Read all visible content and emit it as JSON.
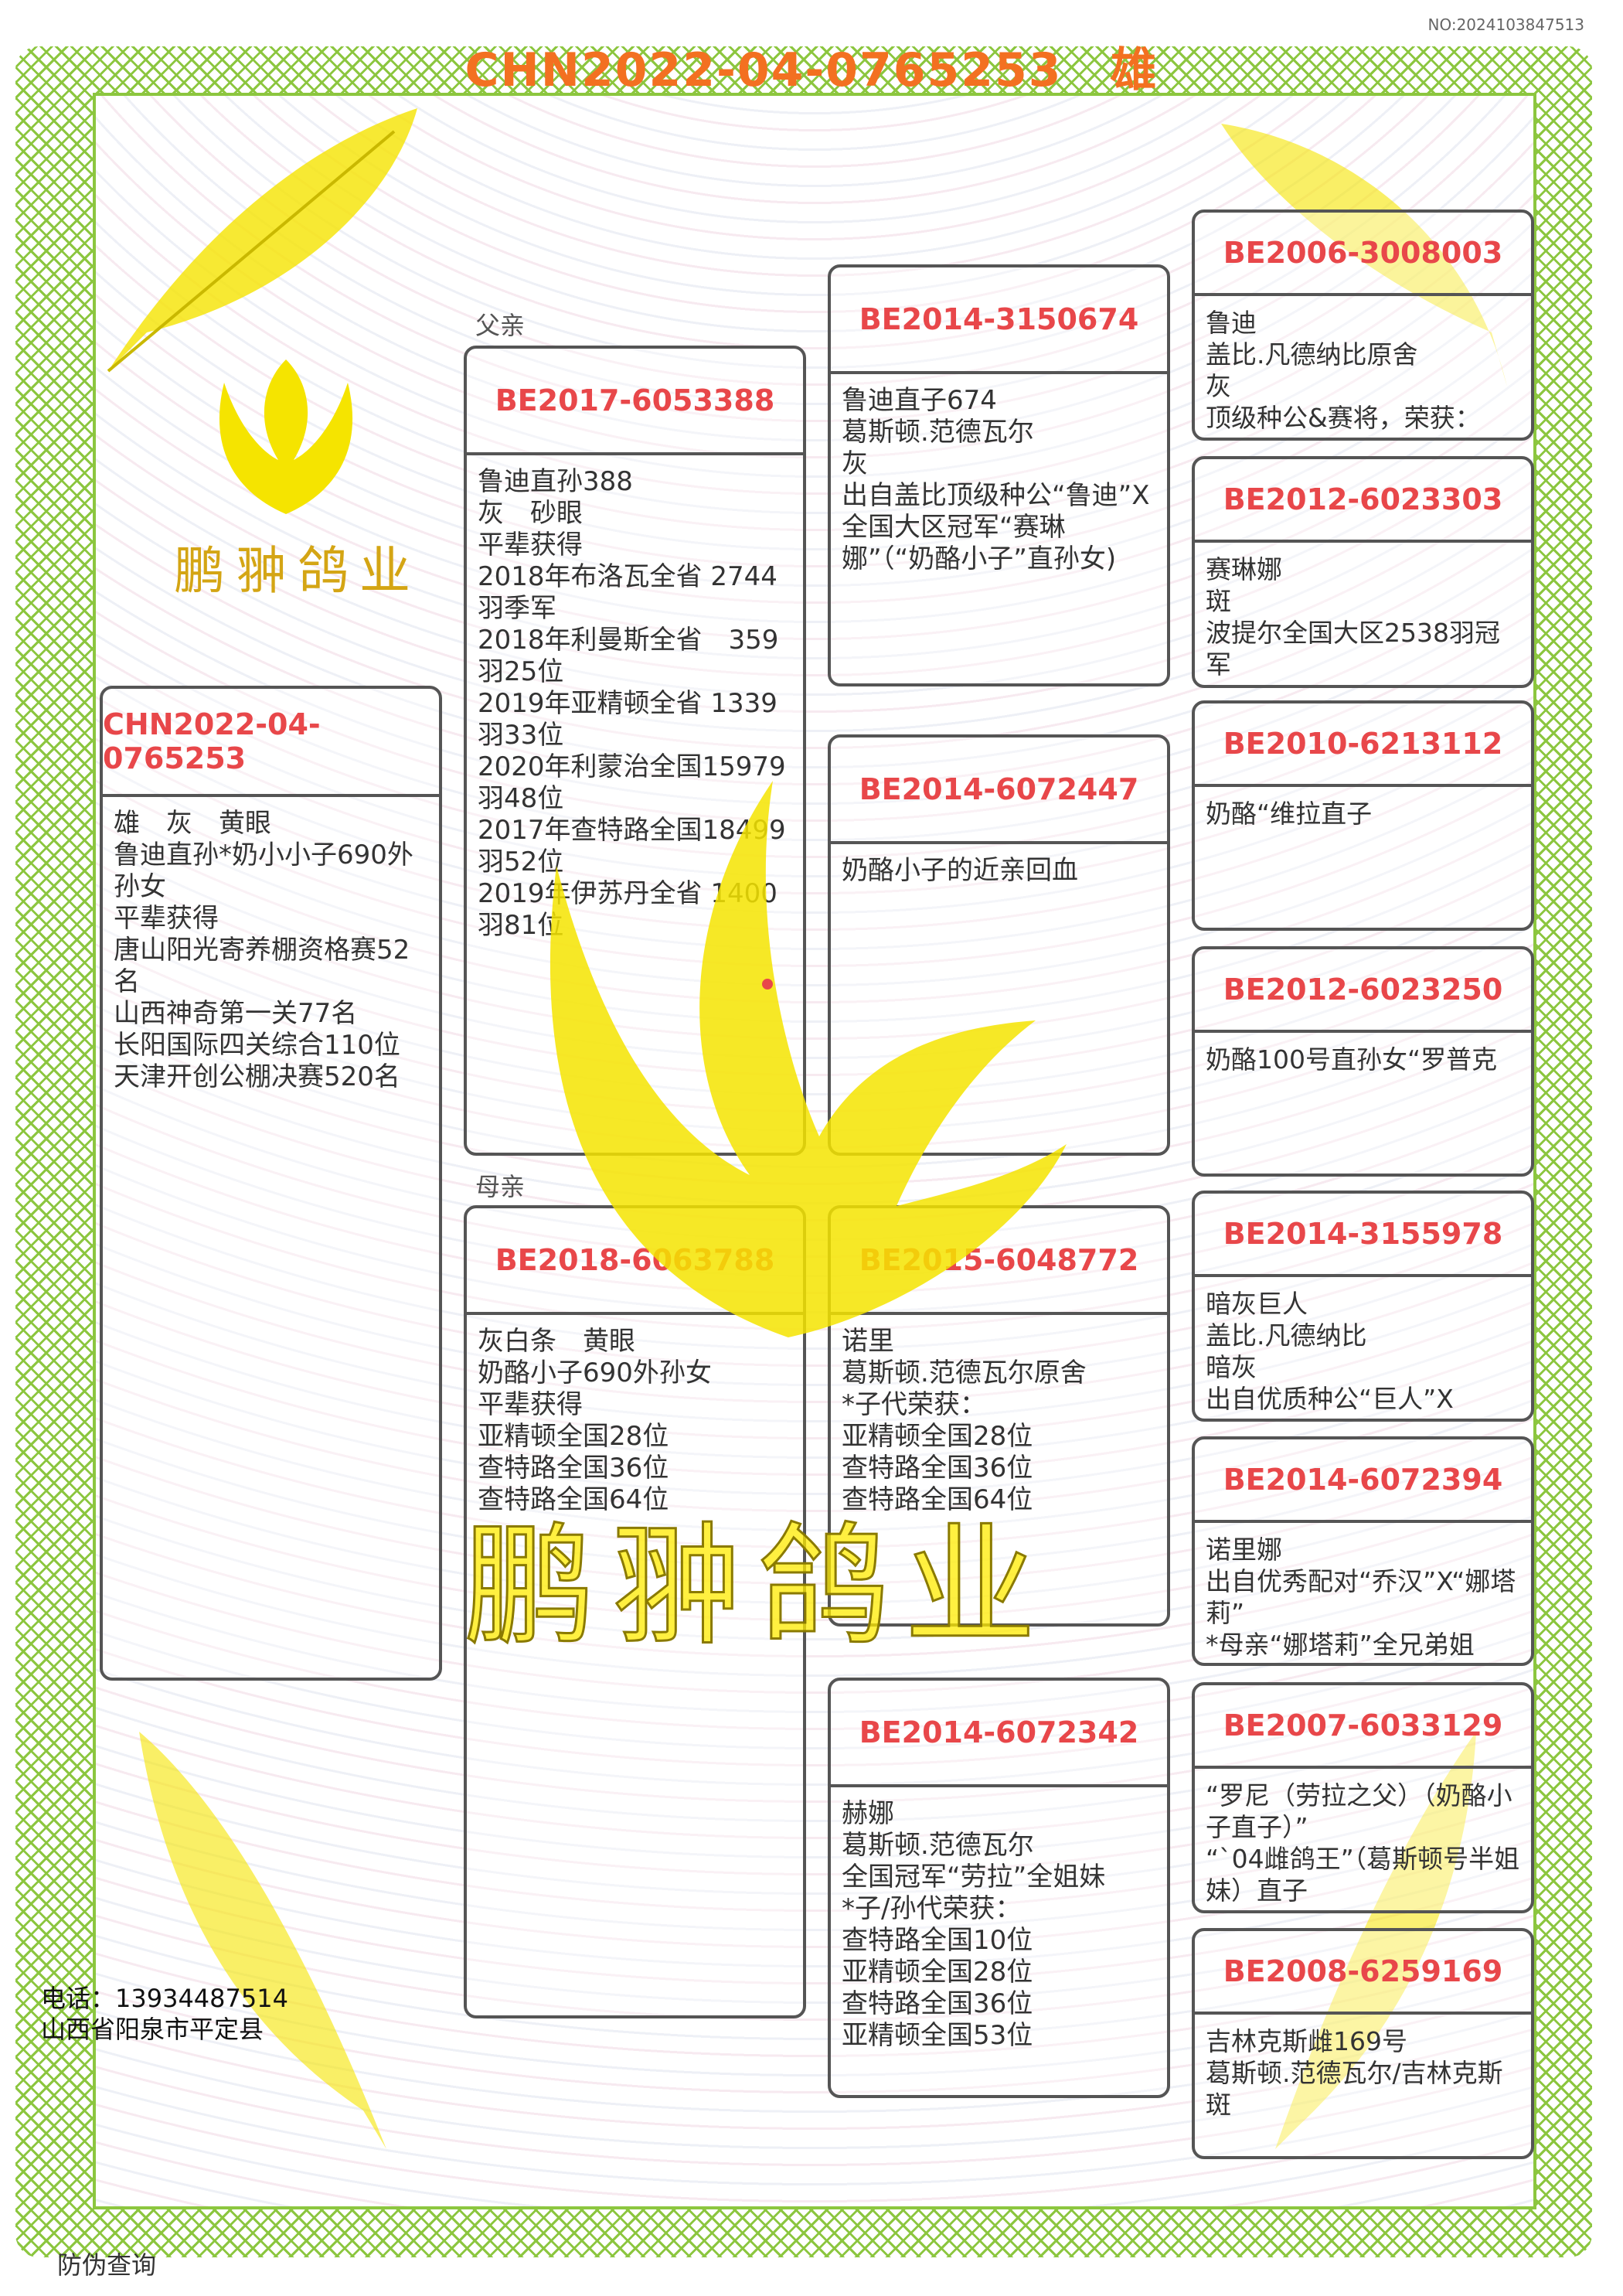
{
  "serial_no": "NO:2024103847513",
  "title": "CHN2022-04-0765253　雄",
  "labels": {
    "sire": "父亲",
    "dam": "母亲"
  },
  "logo_text": "鹏翀鸽业",
  "watermark": "鹏翀鸽业",
  "contact": {
    "phone": "电话：13934487514",
    "address": "山西省阳泉市平定县"
  },
  "verify_link": "防伪查询",
  "colors": {
    "ring": "#e8474a",
    "title": "#f37021",
    "frame": "#8cc63f",
    "logo": "#f5e400"
  },
  "pigeons": [
    {
      "ring": "CHN2022-04-0765253",
      "lines": [
        "雄　灰　黄眼",
        "鲁迪直孙*奶小小子690外孙女",
        "平辈获得",
        "唐山阳光寄养棚资格赛52名",
        "山西神奇第一关77名",
        "长阳国际四关综合110位",
        "天津开创公棚决赛520名"
      ]
    },
    {
      "ring": "BE2017-6053388",
      "lines": [
        "鲁迪直孙388",
        "灰　砂眼",
        "平辈获得",
        "2018年布洛瓦全省 2744羽季军",
        "2018年利曼斯全省　359羽25位",
        "2019年亚精顿全省 1339羽33位",
        "2020年利蒙治全国15979羽48位",
        "2017年查特路全国18499羽52位",
        "2019年伊苏丹全省 1400羽81位"
      ]
    },
    {
      "ring": "BE2018-6063788",
      "lines": [
        "灰白条　黄眼",
        "奶酪小子690外孙女",
        "平辈获得",
        "亚精顿全国28位",
        "查特路全国36位",
        "查特路全国64位"
      ]
    },
    {
      "ring": "BE2014-3150674",
      "lines": [
        "鲁迪直子674",
        "葛斯顿.范德瓦尔",
        "灰",
        "出自盖比顶级种公“鲁迪”X全国大区冠军“赛琳娜”（“奶酪小子”直孙女)"
      ]
    },
    {
      "ring": "BE2014-6072447",
      "lines": [
        "奶酪小子的近亲回血"
      ]
    },
    {
      "ring": "BE2015-6048772",
      "lines": [
        "诺里",
        "葛斯顿.范德瓦尔原舍",
        "*子代荣获：",
        "亚精顿全国28位",
        "查特路全国36位",
        "查特路全国64位"
      ]
    },
    {
      "ring": "BE2014-6072342",
      "lines": [
        "赫娜",
        "葛斯顿.范德瓦尔",
        "全国冠军“劳拉”全姐妹",
        "*子/孙代荣获：",
        "查特路全国10位",
        "亚精顿全国28位",
        "查特路全国36位",
        "亚精顿全国53位"
      ]
    },
    {
      "ring": "BE2006-3008003",
      "lines": [
        "鲁迪",
        "盖比.凡德纳比原舍",
        "灰",
        "顶级种公&赛将，荣获："
      ]
    },
    {
      "ring": "BE2012-6023303",
      "lines": [
        "赛琳娜",
        "斑",
        "波提尔全国大区2538羽冠军"
      ]
    },
    {
      "ring": "BE2010-6213112",
      "lines": [
        "奶酪“维拉直子"
      ]
    },
    {
      "ring": "BE2012-6023250",
      "lines": [
        "奶酪100号直孙女“罗普克"
      ]
    },
    {
      "ring": "BE2014-3155978",
      "lines": [
        "暗灰巨人",
        "盖比.凡德纳比",
        "暗灰",
        "出自优质种公“巨人”X"
      ]
    },
    {
      "ring": "BE2014-6072394",
      "lines": [
        "诺里娜",
        "出自优秀配对“乔汉”X“娜塔莉”",
        "*母亲“娜塔莉”全兄弟姐"
      ]
    },
    {
      "ring": "BE2007-6033129",
      "lines": [
        "“罗尼（劳拉之父）（奶酪小子直子）”",
        "“`04雌鸽王”（葛斯顿号半姐妹）直子"
      ]
    },
    {
      "ring": "BE2008-6259169",
      "lines": [
        "吉林克斯雌169号",
        "葛斯顿.范德瓦尔/吉林克斯",
        "斑"
      ]
    }
  ]
}
